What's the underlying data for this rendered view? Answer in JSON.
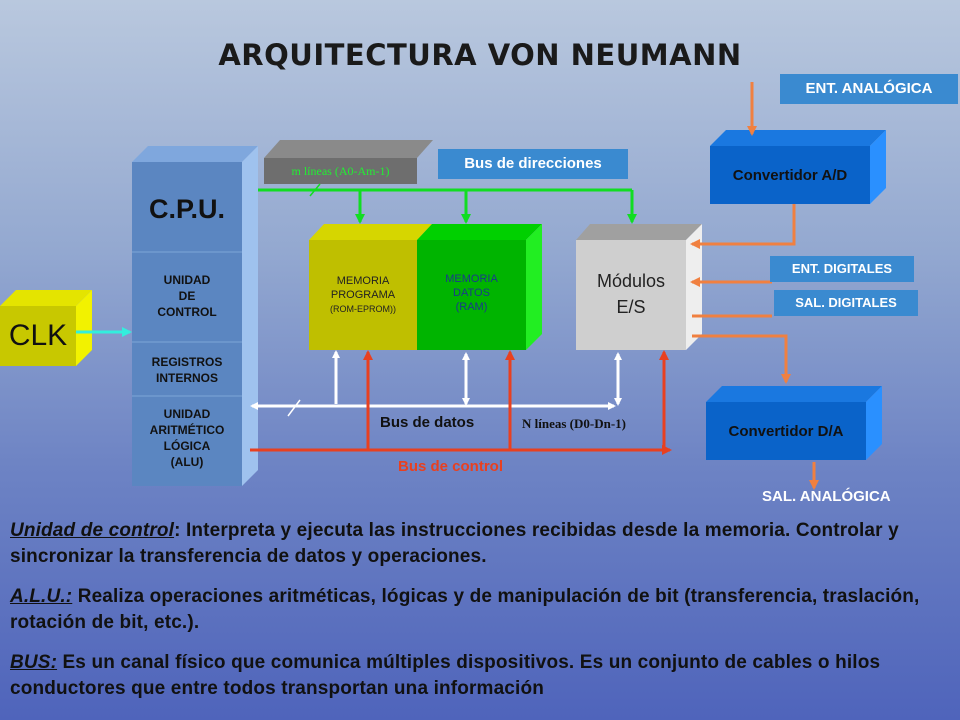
{
  "title": "ARQUITECTURA VON NEUMANN",
  "cpu": {
    "title": "C.P.U.",
    "control": [
      "UNIDAD",
      "DE",
      "CONTROL"
    ],
    "registers": [
      "REGISTROS",
      "INTERNOS"
    ],
    "alu": [
      "UNIDAD",
      "ARITMÉTICO",
      "LÓGICA",
      "(ALU)"
    ]
  },
  "clk": "CLK",
  "address_lines": "m líneas (A0-Am-1)",
  "address_bus": "Bus de direcciones",
  "mem_program": [
    "MEMORIA",
    "PROGRAMA",
    "(ROM-EPROM))"
  ],
  "mem_data": [
    "MEMORIA",
    "DATOS",
    "(RAM)"
  ],
  "io_module": [
    "Módulos",
    "E/S"
  ],
  "data_bus": "Bus de datos",
  "data_lines": "N líneas (D0-Dn-1)",
  "control_bus": "Bus de control",
  "ent_analog": "ENT. ANALÓGICA",
  "adc": "Convertidor A/D",
  "ent_digital": "ENT. DIGITALES",
  "sal_digital": "SAL. DIGITALES",
  "dac": "Convertidor D/A",
  "sal_analog": "SAL. ANALÓGICA",
  "descriptions": [
    {
      "term": "Unidad de control",
      "sep": ":",
      "text": " Interpreta y ejecuta las instrucciones recibidas desde la memoria. Controlar y sincronizar la transferencia de datos y operaciones."
    },
    {
      "term": "A.L.U.:",
      "sep": "",
      "text": " Realiza operaciones aritméticas, lógicas y de manipulación de bit (transferencia, traslación, rotación de bit, etc.)."
    },
    {
      "term": "BUS:",
      "sep": "",
      "text": " Es un canal físico que comunica múltiples dispositivos. Es un conjunto de cables o hilos conductores que entre todos transportan una información"
    }
  ],
  "colors": {
    "cpu": "#5b86c1",
    "clk": "#c8c800",
    "mem_program": "#bfbf00",
    "mem_data": "#00b400",
    "io": "#cfcfcf",
    "converter": "#0a63c9",
    "address_bus": "#11dd22",
    "control_bus": "#e84020",
    "io_lines": "#f08040"
  }
}
